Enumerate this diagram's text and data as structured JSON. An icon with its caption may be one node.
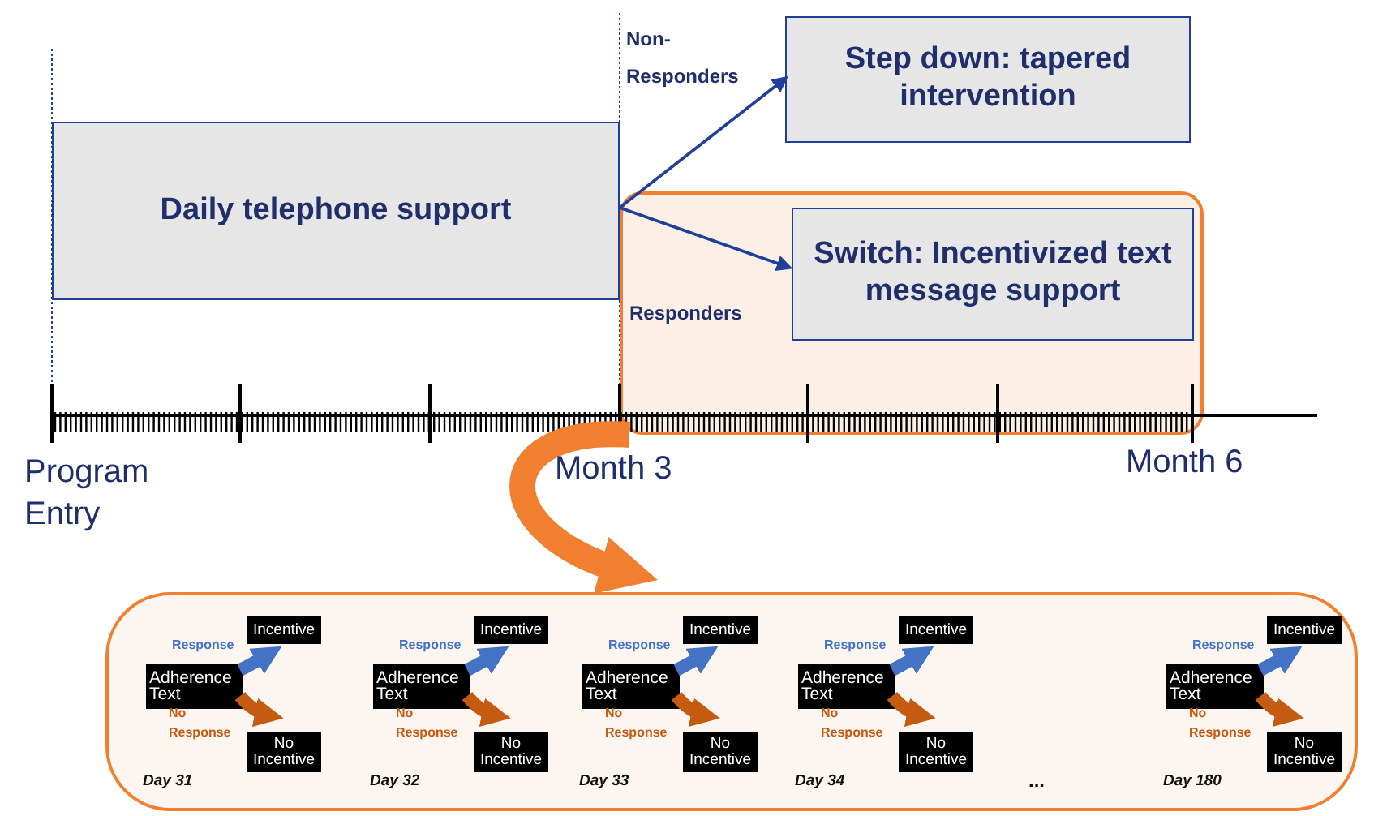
{
  "diagram": {
    "nodes": [
      {
        "text": [
          "Daily telephone support"
        ]
      },
      {
        "text": [
          "Step down: tapered intervention"
        ]
      },
      {
        "text": [],
        "shape": "box"
      },
      {
        "text": [
          "Switch: Incentivized text message support"
        ],
        "in": 2
      },
      {
        "text": [],
        "shape": "box"
      },
      {
        "text": [
          "Adherence Text"
        ],
        "in": 4
      },
      {
        "text": [
          "Incentive"
        ],
        "in": 4
      },
      {
        "text": [
          "No Incentive"
        ],
        "in": 4
      },
      {
        "text": [
          "Adherence Text"
        ],
        "in": 4
      },
      {
        "text": [
          "Incentive"
        ],
        "in": 4
      },
      {
        "text": [
          "No Incentive"
        ],
        "in": 4
      },
      {
        "text": [
          "Adherence Text"
        ],
        "in": 4
      },
      {
        "text": [
          "Incentive"
        ],
        "in": 4
      },
      {
        "text": [
          "No Incentive"
        ],
        "in": 4
      },
      {
        "text": [
          "Adherence Text"
        ],
        "in": 4
      },
      {
        "text": [
          "Incentive"
        ],
        "in": 4
      },
      {
        "text": [
          "No Incentive"
        ],
        "in": 4
      },
      {
        "text": [
          "Adherence Text"
        ],
        "in": 4
      },
      {
        "text": [
          "Incentive"
        ],
        "in": 4
      },
      {
        "text": [
          "No Incentive"
        ],
        "in": 4
      }
    ],
    "edges": [
      {
        "from": 0,
        "to": 1,
        "arrow": "to",
        "label": "Non-Responders"
      },
      {
        "from": 0,
        "to": 3,
        "arrow": "to",
        "label": "Responders"
      },
      {
        "from": 2,
        "to": 4,
        "arrow": "to",
        "style": "thick",
        "color": "#f08030"
      },
      {
        "from": 5,
        "to": 6,
        "arrow": "to",
        "label": "Response",
        "color": "#4472c4"
      },
      {
        "from": 5,
        "to": 7,
        "arrow": "to",
        "label": "No Response",
        "color": "#c55a11"
      },
      {
        "from": 8,
        "to": 9,
        "arrow": "to",
        "label": "Response",
        "color": "#4472c4"
      },
      {
        "from": 8,
        "to": 10,
        "arrow": "to",
        "label": "No Response",
        "color": "#c55a11"
      },
      {
        "from": 11,
        "to": 12,
        "arrow": "to",
        "label": "Response",
        "color": "#4472c4"
      },
      {
        "from": 11,
        "to": 13,
        "arrow": "to",
        "label": "No Response",
        "color": "#c55a11"
      },
      {
        "from": 14,
        "to": 15,
        "arrow": "to",
        "label": "Response",
        "color": "#4472c4"
      },
      {
        "from": 14,
        "to": 16,
        "arrow": "to",
        "label": "No Response",
        "color": "#c55a11"
      },
      {
        "from": 17,
        "to": 18,
        "arrow": "to",
        "label": "Response",
        "color": "#4472c4"
      },
      {
        "from": 17,
        "to": 19,
        "arrow": "to",
        "label": "No Response",
        "color": "#c55a11"
      }
    ],
    "labels": [
      "Program Entry",
      "Month 3",
      "Month 6",
      "Day 31",
      "Day 32",
      "Day 33",
      "Day 34",
      "...",
      "Day 180"
    ]
  }
}
